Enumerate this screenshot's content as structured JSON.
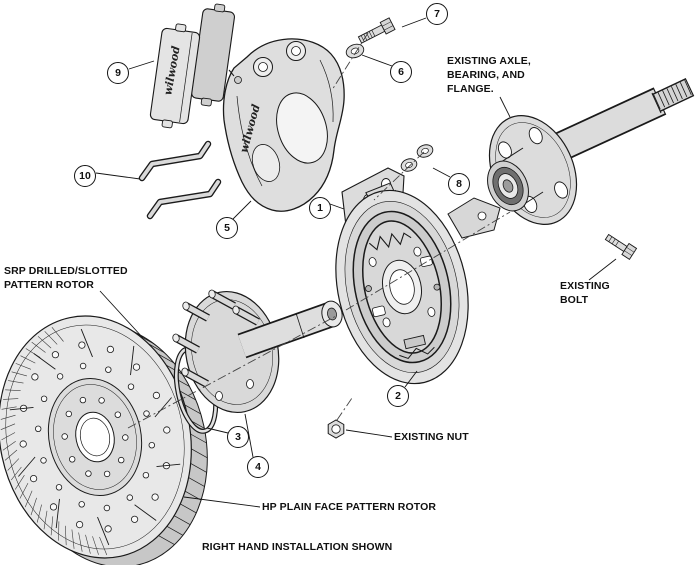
{
  "diagram": {
    "brand": "wilwood",
    "colors": {
      "line": "#1a1a1a",
      "fill": "#dcdcdc",
      "background": "#ffffff"
    },
    "callouts": {
      "c1": "1",
      "c2": "2",
      "c3": "3",
      "c4": "4",
      "c5": "5",
      "c6": "6",
      "c7": "7",
      "c8": "8",
      "c9": "9",
      "c10": "10"
    },
    "labels": {
      "existing_axle": "EXISTING AXLE,\nBEARING, AND\nFLANGE.",
      "existing_bolt": "EXISTING\nBOLT",
      "srp_rotor": "SRP DRILLED/SLOTTED\nPATTERN ROTOR",
      "existing_nut": "EXISTING NUT",
      "hp_rotor": "HP PLAIN FACE PATTERN ROTOR",
      "installation_note": "RIGHT HAND INSTALLATION SHOWN"
    }
  }
}
